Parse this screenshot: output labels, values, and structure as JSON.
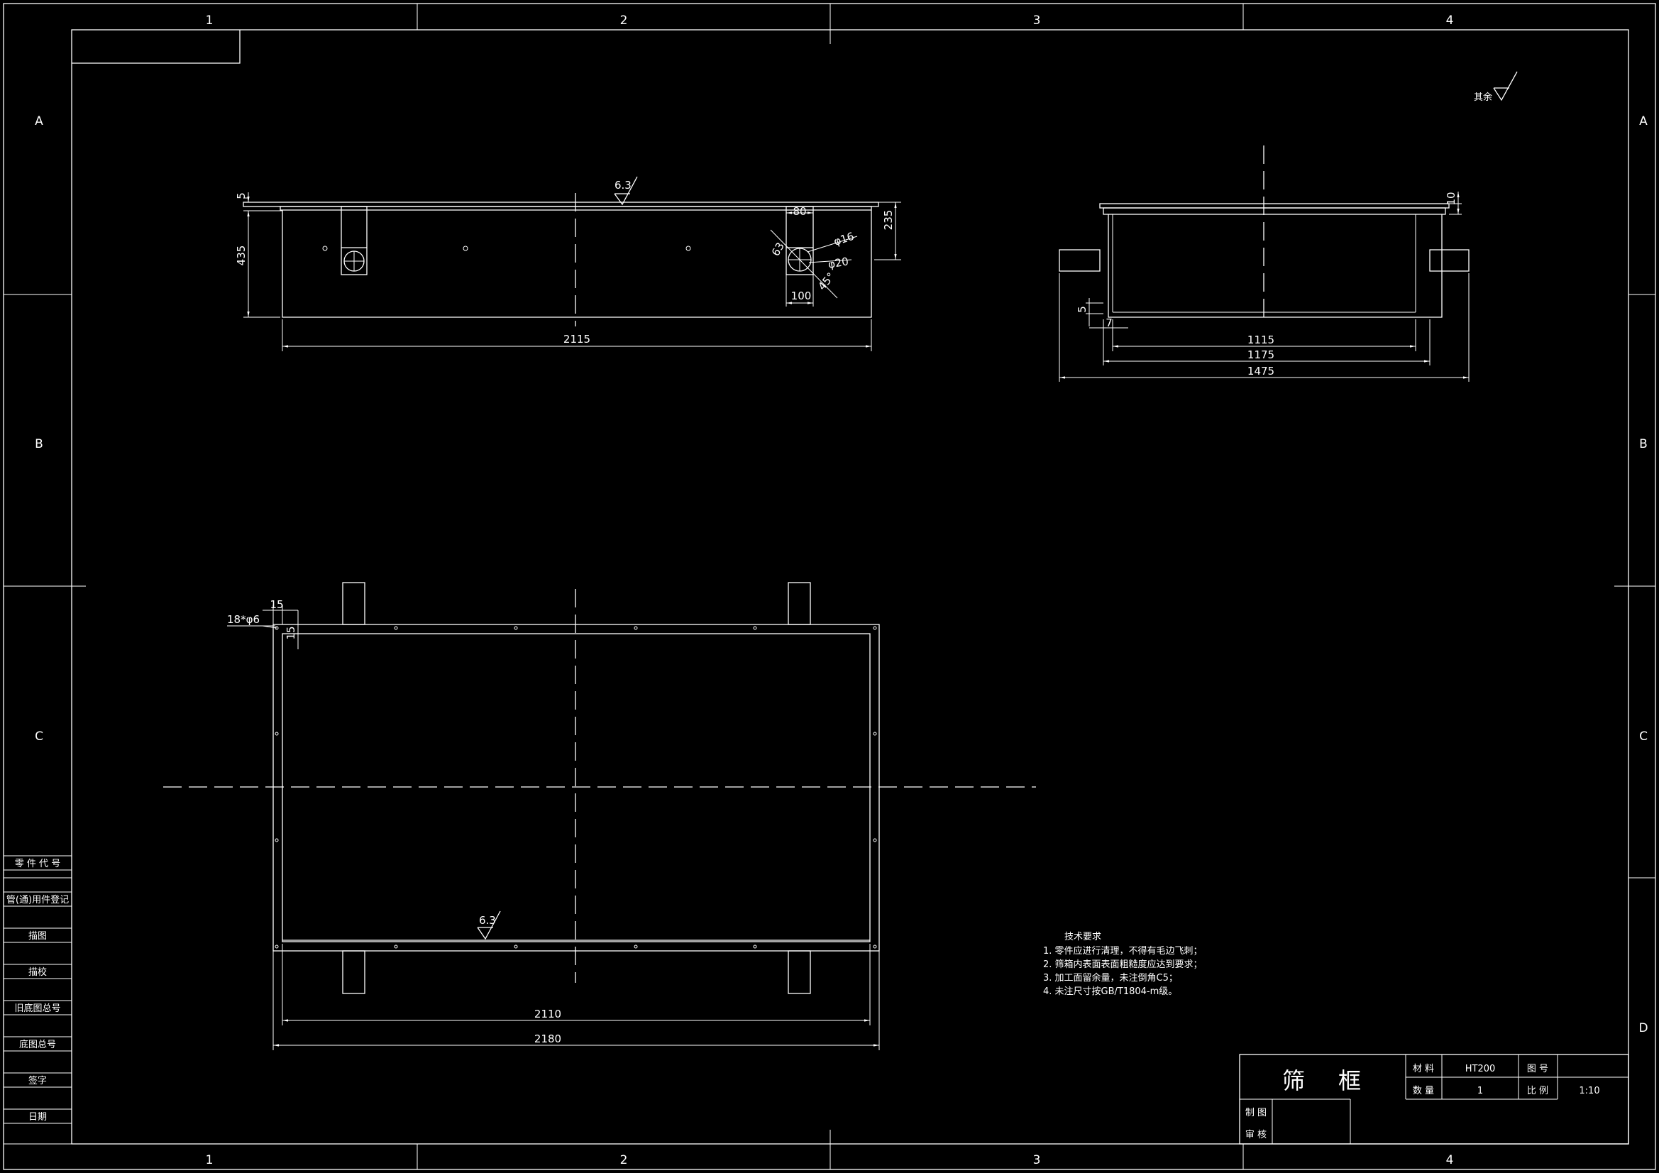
{
  "border": {
    "columns": [
      "1",
      "2",
      "3",
      "4"
    ],
    "rows": [
      "A",
      "B",
      "C",
      "D"
    ]
  },
  "roughness_general": {
    "prefix": "其余",
    "value": ""
  },
  "front_view": {
    "roughness": "6.3",
    "dims": {
      "total_length": "2115",
      "height": "435",
      "flange": "5",
      "right_height": "235",
      "slot_width": "80",
      "hole_d16": "φ16",
      "hole_d20": "φ20",
      "chamfer_r": "63",
      "angle_45": "45°",
      "bottom_offset": "100"
    }
  },
  "side_view": {
    "dims": {
      "top": "10",
      "flange": "5",
      "small": "7",
      "inner": "1115",
      "middle": "1175",
      "outer": "1475"
    }
  },
  "top_view": {
    "roughness": "6.3",
    "dims": {
      "edge_a": "15",
      "edge_b": "15",
      "holes": "18*φ6",
      "inner_length": "2110",
      "outer_length": "2180"
    }
  },
  "tech_requirements": {
    "title": "技术要求",
    "items": [
      "1. 零件应进行清理，不得有毛边飞刺；",
      "2. 筛箱内表面表面粗糙度应达到要求；",
      "3. 加工面留余量，未注倒角C5；",
      "4. 未注尺寸按GB/T1804-m级。"
    ]
  },
  "left_stamp_labels": [
    "零 件 代 号",
    "管(通)用件登记",
    "描图",
    "描校",
    "旧底图总号",
    "底图总号",
    "签字",
    "日期"
  ],
  "title_block": {
    "part_name_1": "筛",
    "part_name_2": "框",
    "material_label": "材 料",
    "material_value": "HT200",
    "drawing_no_label": "图 号",
    "drawing_no_value": "",
    "quantity_label": "数 量",
    "quantity_value": "1",
    "scale_label": "比 例",
    "scale_value": "1:10",
    "drawn_label": "制 图",
    "checked_label": "审 核"
  }
}
